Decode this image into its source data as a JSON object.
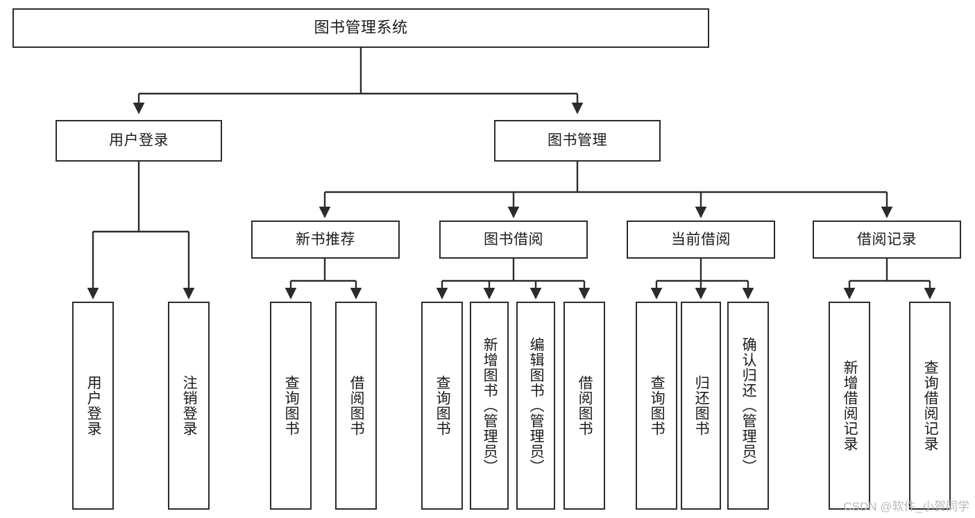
{
  "diagram": {
    "title": "图书管理系统",
    "type": "hierarchy-tree",
    "root": {
      "label": "图书管理系统"
    },
    "level2": [
      {
        "label": "用户登录"
      },
      {
        "label": "图书管理"
      }
    ],
    "level3": [
      {
        "label": "新书推荐"
      },
      {
        "label": "图书借阅"
      },
      {
        "label": "当前借阅"
      },
      {
        "label": "借阅记录"
      }
    ],
    "leaves": {
      "user_login": [
        {
          "label": "用户登录"
        },
        {
          "label": "注销登录"
        }
      ],
      "new_book_recommend": [
        {
          "label": "查询图书"
        },
        {
          "label": "借阅图书"
        }
      ],
      "book_borrow": [
        {
          "label": "查询图书"
        },
        {
          "label": "新增图书（管理员）"
        },
        {
          "label": "编辑图书（管理员）"
        },
        {
          "label": "借阅图书"
        }
      ],
      "current_borrow": [
        {
          "label": "查询图书"
        },
        {
          "label": "归还图书"
        },
        {
          "label": "确认归还（管理员）"
        }
      ],
      "borrow_record": [
        {
          "label": "新增借阅记录"
        },
        {
          "label": "查询借阅记录"
        }
      ]
    },
    "watermark": "CSDN @软件_小贺同学",
    "colors": {
      "stroke": "#2b2b2b",
      "text": "#1b1b1b",
      "background": "#ffffff",
      "watermark": "#b9b9b9"
    }
  }
}
